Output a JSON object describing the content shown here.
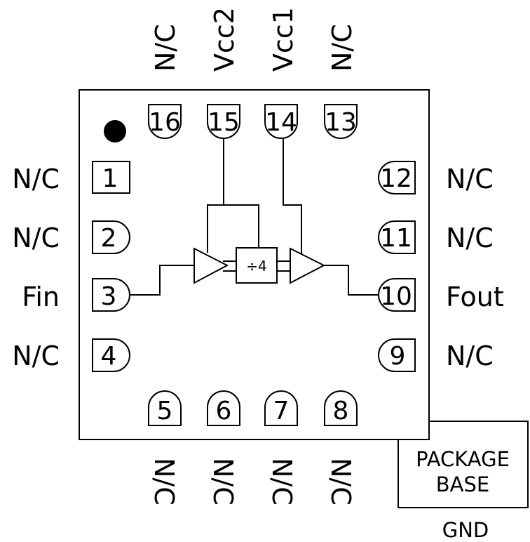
{
  "pins": [
    {
      "num": "1",
      "label": "N/C"
    },
    {
      "num": "2",
      "label": "N/C"
    },
    {
      "num": "3",
      "label": "Fin"
    },
    {
      "num": "4",
      "label": "N/C"
    },
    {
      "num": "5",
      "label": "N/C"
    },
    {
      "num": "6",
      "label": "N/C"
    },
    {
      "num": "7",
      "label": "N/C"
    },
    {
      "num": "8",
      "label": "N/C"
    },
    {
      "num": "9",
      "label": "N/C"
    },
    {
      "num": "10",
      "label": "Fout"
    },
    {
      "num": "11",
      "label": "N/C"
    },
    {
      "num": "12",
      "label": "N/C"
    },
    {
      "num": "13",
      "label": "N/C"
    },
    {
      "num": "14",
      "label": "Vcc1"
    },
    {
      "num": "15",
      "label": "Vcc2"
    },
    {
      "num": "16",
      "label": "N/C"
    }
  ],
  "divider": {
    "label": "÷4"
  },
  "package_base": {
    "line1": "PACKAGE",
    "line2": "BASE",
    "label": "GND"
  }
}
